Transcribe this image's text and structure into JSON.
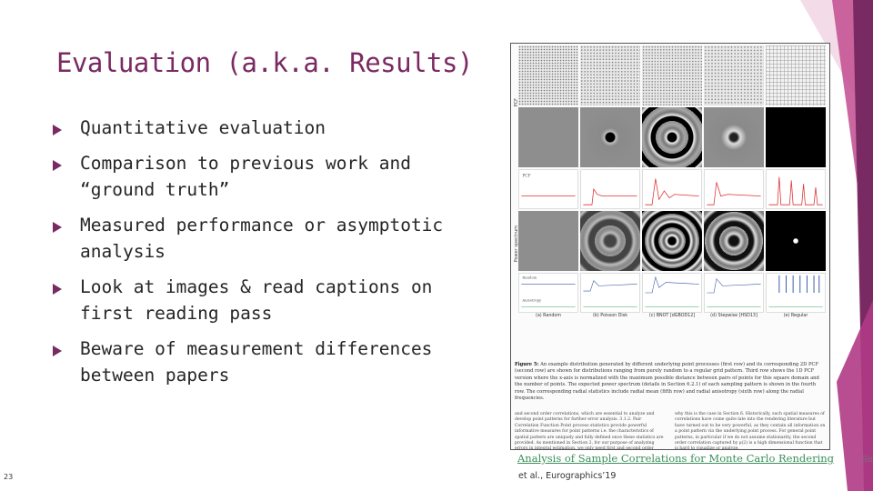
{
  "slide": {
    "title": "Evaluation (a.k.a. Results)",
    "page_number": "23",
    "accent_color": "#7a2a63"
  },
  "bullets": [
    {
      "text": "Quantitative evaluation"
    },
    {
      "text": "Comparison to previous work and “ground truth”"
    },
    {
      "text": "Measured performance or asymptotic analysis"
    },
    {
      "text": "Look at images & read captions on first reading pass"
    },
    {
      "text": "Beware of measurement differences between papers"
    }
  ],
  "figure": {
    "plot_labels": {
      "pcf": "PCF",
      "spectrum": "Power spectrum",
      "anisotropy": "Anisotropy",
      "random": "Random"
    },
    "captions": [
      "(a) Random",
      "(b) Poisson Disk",
      "(c) BNOT [dGBOD12]",
      "(d) Stepwise [HSD13]",
      "(e) Regular"
    ],
    "main_caption_bold": "Figure 5:",
    "main_caption": "An example distribution generated by different underlying point processes (first row) and its corresponding 2D PCF (second row) are shown for distributions ranging from purely random to a regular grid pattern. Third row shows the 1D PCF version where the x-axis is normalized with the maximum possible distance between pairs of points for this square domain and the number of points. The expected power spectrum (details in Section 6.2.1) of each sampling pattern is shown in the fourth row. The corresponding radial statistics include radial mean (fifth row) and radial anisotropy (sixth row) along the radial frequencies.",
    "col1": "and second order correlations, which are essential to analyze and develop point patterns for further error analysis. 3.1.2. Pair Correlation Function Point process statistics provide powerful informative measures for point patterns i.e. the characteristics of spatial pattern are uniquely and fully defined once these statistics are provided. As mentioned in Section 2, for our purpose of analyzing errors in integral estimation, we only need first and second order product densities.",
    "col2": "why this is the case in Section 6. Historically, such spatial measures of correlations have come quite late into the rendering literature but have turned out to be very powerful, as they contain all information on a point pattern via the underlying point process. For general point patterns, in particular if we do not assume stationarity, the second order correlation captured by ρ(2) is a high dimensional function that is hard to visualize or analyze."
  },
  "reference": {
    "link_text": "Analysis of Sample Correlations for Monte Carlo Rendering",
    "tail_text": ", Sing",
    "line2": "et al., Eurographics’19",
    "link_color": "#3a8f5a"
  }
}
